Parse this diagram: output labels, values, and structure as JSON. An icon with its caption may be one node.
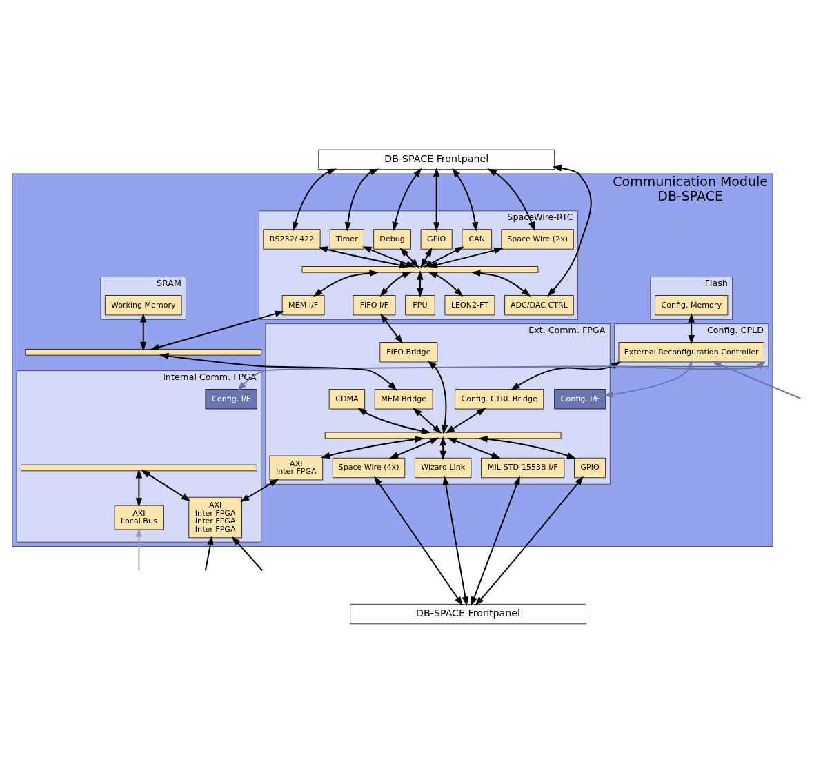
{
  "diagram": {
    "nodes": [
      {
        "text": [
          "DB-SPACE Frontpanel"
        ]
      },
      {
        "text": [
          "Communication Module",
          "DB-SPACE"
        ]
      },
      {
        "text": [
          "SpaceWire-RTC"
        ],
        "in": 1
      },
      {
        "text": [
          "CAN"
        ],
        "in": 2
      },
      {
        "text": [
          "GPIO"
        ],
        "in": 2
      },
      {
        "text": [
          "Debug"
        ],
        "in": 2
      },
      {
        "text": [
          "Timer"
        ],
        "in": 2
      },
      {
        "text": [
          "RS232/ 422"
        ],
        "in": 2
      },
      {
        "text": [
          "Space Wire (2x)"
        ],
        "in": 2
      },
      {
        "text": [],
        "shape": "bar",
        "in": 2
      },
      {
        "text": [
          "ADC/DAC CTRL"
        ],
        "in": 2
      },
      {
        "text": [
          "FIFO I/F"
        ],
        "in": 2
      },
      {
        "text": [
          "MEM I/F"
        ],
        "in": 2
      },
      {
        "text": [
          "FPU"
        ],
        "in": 2
      },
      {
        "text": [
          "LEON2-FT"
        ],
        "in": 2
      },
      {
        "text": [
          "Flash"
        ],
        "in": 1
      },
      {
        "text": [
          "Config. Memory"
        ],
        "in": 15
      },
      {
        "text": [
          "SRAM"
        ],
        "in": 1
      },
      {
        "text": [
          "Working Memory"
        ],
        "in": 17
      },
      {
        "text": [
          "Config. CPLD"
        ],
        "in": 1
      },
      {
        "text": [
          "External Reconfiguration Controller"
        ],
        "in": 19
      },
      {
        "text": [],
        "shape": "bar",
        "in": 1
      },
      {
        "text": [
          "Ext. Comm. FPGA"
        ],
        "in": 1
      },
      {
        "text": [
          "CDMA"
        ],
        "in": 22
      },
      {
        "text": [
          "FIFO Bridge"
        ],
        "in": 22
      },
      {
        "text": [
          "MEM Bridge"
        ],
        "in": 22
      },
      {
        "text": [
          "Config. CTRL Bridge"
        ],
        "in": 22
      },
      {
        "text": [
          "Config. I/F"
        ],
        "in": 22
      },
      {
        "text": [],
        "shape": "bar",
        "in": 22
      },
      {
        "text": [
          "Space Wire (4x)"
        ],
        "in": 22
      },
      {
        "text": [
          "Wizard Link"
        ],
        "in": 22
      },
      {
        "text": [
          "MIL-STD-1553B I/F"
        ],
        "in": 22
      },
      {
        "text": [
          "GPIO"
        ],
        "in": 22
      },
      {
        "text": [
          "AXI",
          "Inter FPGA"
        ],
        "in": 22
      },
      {
        "text": [
          "Internal Comm. FPGA"
        ],
        "in": 1
      },
      {
        "text": [
          "Config. I/F"
        ],
        "in": 34
      },
      {
        "text": [],
        "shape": "bar",
        "in": 34
      },
      {
        "text": [
          "AXI",
          "Inter FPGA",
          "Inter FPGA",
          "Inter FPGA"
        ],
        "in": 34
      },
      {
        "text": [
          "AXI",
          "Local Bus"
        ],
        "in": 34
      },
      {
        "text": [
          "DB-SPACE Frontpanel"
        ]
      }
    ],
    "edges": [
      {
        "from": 0,
        "to": 3,
        "arrow": "both"
      },
      {
        "from": 0,
        "to": 4,
        "arrow": "both"
      },
      {
        "from": 0,
        "to": 5,
        "arrow": "both"
      },
      {
        "from": 0,
        "to": 6,
        "arrow": "both"
      },
      {
        "from": 0,
        "to": 7,
        "arrow": "both"
      },
      {
        "from": 0,
        "to": 8,
        "arrow": "both"
      },
      {
        "from": 0,
        "to": 10,
        "arrow": "both"
      },
      {
        "from": 3,
        "to": 9,
        "arrow": "both"
      },
      {
        "from": 4,
        "to": 9,
        "arrow": "both"
      },
      {
        "from": 5,
        "to": 9,
        "arrow": "both"
      },
      {
        "from": 6,
        "to": 9,
        "arrow": "both"
      },
      {
        "from": 7,
        "to": 9,
        "arrow": "both"
      },
      {
        "from": 8,
        "to": 9,
        "arrow": "both"
      },
      {
        "from": 9,
        "to": 10,
        "arrow": "both"
      },
      {
        "from": 9,
        "to": 11,
        "arrow": "both"
      },
      {
        "from": 9,
        "to": 12,
        "arrow": "both"
      },
      {
        "from": 9,
        "to": 13,
        "arrow": "both"
      },
      {
        "from": 9,
        "to": 14,
        "arrow": "both"
      },
      {
        "from": 11,
        "to": 24,
        "arrow": "both"
      },
      {
        "from": 12,
        "to": 21,
        "arrow": "both"
      },
      {
        "from": 18,
        "to": 21,
        "arrow": "both"
      },
      {
        "from": 21,
        "to": 25,
        "arrow": "both"
      },
      {
        "from": 16,
        "to": 20,
        "arrow": "both"
      },
      {
        "from": 20,
        "to": 26,
        "arrow": "both"
      },
      {
        "from": 20,
        "to": 27,
        "arrow": "both",
        "color": "#6b76b0"
      },
      {
        "from": 20,
        "to": 35,
        "arrow": "both",
        "color": "#6b76b0"
      },
      {
        "from": null,
        "to": 20,
        "arrow": "to",
        "color": "#6b76b0"
      },
      {
        "from": 23,
        "to": 28,
        "arrow": "both"
      },
      {
        "from": 24,
        "to": 28,
        "arrow": "both"
      },
      {
        "from": 25,
        "to": 28,
        "arrow": "both"
      },
      {
        "from": 26,
        "to": 28,
        "arrow": "both"
      },
      {
        "from": 28,
        "to": 29,
        "arrow": "both"
      },
      {
        "from": 28,
        "to": 30,
        "arrow": "both"
      },
      {
        "from": 28,
        "to": 31,
        "arrow": "both"
      },
      {
        "from": 28,
        "to": 32,
        "arrow": "both"
      },
      {
        "from": 28,
        "to": 33,
        "arrow": "both"
      },
      {
        "from": 29,
        "to": 39,
        "arrow": "both"
      },
      {
        "from": 30,
        "to": 39,
        "arrow": "both"
      },
      {
        "from": 31,
        "to": 39,
        "arrow": "both"
      },
      {
        "from": 32,
        "to": 39,
        "arrow": "both"
      },
      {
        "from": 33,
        "to": 37,
        "arrow": "both"
      },
      {
        "from": 36,
        "to": 37,
        "arrow": "both"
      },
      {
        "from": 36,
        "to": 38,
        "arrow": "both"
      },
      {
        "from": null,
        "to": 38,
        "arrow": "to",
        "color": "#a0a0a0"
      },
      {
        "from": null,
        "to": 37,
        "arrow": "to"
      },
      {
        "from": null,
        "to": 37,
        "arrow": "to"
      }
    ]
  }
}
